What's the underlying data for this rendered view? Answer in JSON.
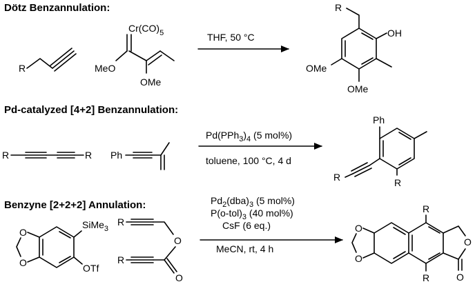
{
  "sections": [
    {
      "title": "Dötz Benzannulation:",
      "conditions": [
        "THF, 50 °C"
      ],
      "labels": {
        "r": "R",
        "cr": "Cr(CO)",
        "cr_sub": "5",
        "meo": "MeO",
        "ome": "OMe",
        "prod_r": "R",
        "prod_oh": "OH",
        "prod_ome1": "OMe",
        "prod_ome2": "OMe"
      }
    },
    {
      "title": "Pd-catalyzed [4+2] Benzannulation:",
      "conditions": {
        "cat_pre": "Pd(PPh",
        "cat_sub": "3",
        "cat_mid": ")",
        "cat_sub2": "4",
        "cat_post": " (5 mol%)",
        "line2": "toluene, 100 °C, 4 d"
      },
      "labels": {
        "r_left": "R",
        "r_right": "R",
        "ph": "Ph",
        "prod_ph": "Ph",
        "prod_r1": "R",
        "prod_r2": "R"
      }
    },
    {
      "title": "Benzyne [2+2+2] Annulation:",
      "conditions": {
        "pd_pre": "Pd",
        "pd_sub": "2",
        "pd_mid": "(dba)",
        "pd_sub2": "3",
        "pd_post": " (5 mol%)",
        "p_pre": "P(o-tol)",
        "p_sub": "3",
        "p_post": " (40 mol%)",
        "csf": "CsF (6 eq.)",
        "solvent": "MeCN, rt, 4 h"
      },
      "labels": {
        "sime": "SiMe",
        "sime_sub": "3",
        "otf": "OTf",
        "r1": "R",
        "r2": "R",
        "o_link": "O",
        "o_carbonyl": "O",
        "prod_r1": "R",
        "prod_r2": "R",
        "prod_o_ring": "O",
        "prod_o_carb": "O",
        "o_a": "O",
        "o_b": "O",
        "prod_o_a": "O",
        "prod_o_b": "O"
      }
    }
  ]
}
